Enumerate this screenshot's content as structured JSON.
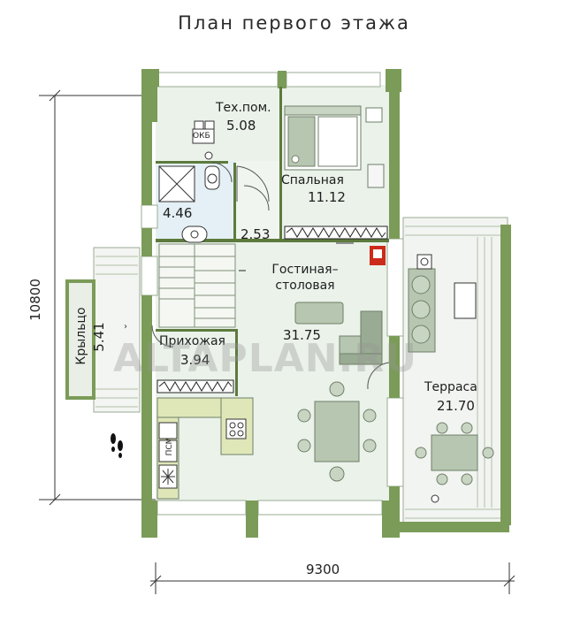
{
  "title": "План первого этажа",
  "colors": {
    "wall": "#7b9b58",
    "wall_dark": "#5d7a3d",
    "floor_main": "#eaf2ea",
    "floor_wet": "#e4f0f5",
    "floor_terrace": "#f2f4f1",
    "furniture": "#b7c6b0",
    "furniture_dark": "#9aab93",
    "accent_red": "#cc2a1a",
    "line": "#333333"
  },
  "rooms": [
    {
      "name": "Тех.пом.",
      "area": "5.08"
    },
    {
      "name": "Спальная",
      "area": "11.12"
    },
    {
      "name": "",
      "area": "4.46"
    },
    {
      "name": "",
      "area": "2.53"
    },
    {
      "name": "Гостиная–столовая",
      "area": "31.75"
    },
    {
      "name": "Прихожая",
      "area": "3.94"
    },
    {
      "name": "Крыльцо",
      "area": "5.41"
    },
    {
      "name": "Терраса",
      "area": "21.70"
    }
  ],
  "dimensions": {
    "width": "9300",
    "height": "10800"
  },
  "equipment": {
    "boiler": "ОКБ",
    "dishwasher": "ПСМ"
  },
  "watermark": "ALTAPLAN.RU"
}
